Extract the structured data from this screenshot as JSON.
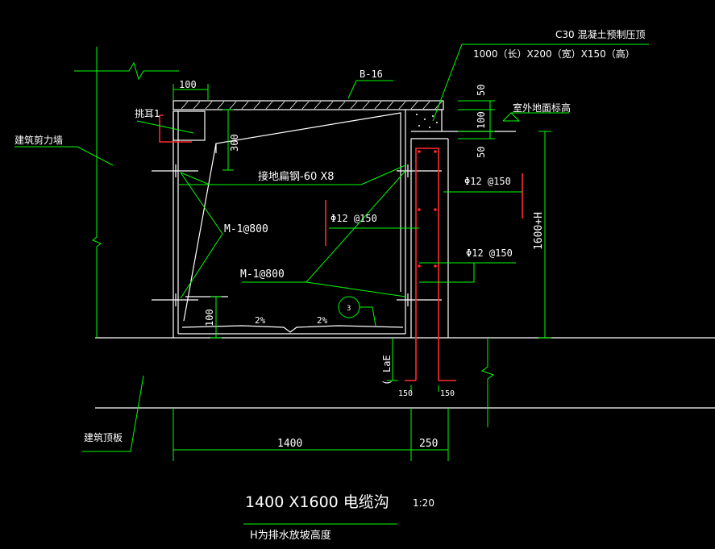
{
  "colors": {
    "background": "#000000",
    "structure": "#ffffff",
    "dimension": "#00ff00",
    "rebar": "#ff2a2a",
    "text": "#ffffff"
  },
  "drawing": {
    "title": "1400 X1600 电缆沟",
    "scale": "1:20",
    "note": "H为排水放坡高度",
    "cover_material": "C30 混凝土预制压顶",
    "cover_size": "1000（长）X200（宽）X150（高）",
    "cover_label": "B-16",
    "ear_label": "挑耳1",
    "wall_label": "建筑剪力墙",
    "slab_label": "建筑顶板",
    "ground_label": "室外地面标高",
    "ground_strip": "接地扁钢-60 X8",
    "embed_1": "M-1@800",
    "embed_2": "M-1@800",
    "rebar_1": "Φ12 @150",
    "rebar_2": "Φ12 @150",
    "rebar_3": "Φ12 @150",
    "slope_left": "2%",
    "slope_right": "2%",
    "detail_mark": "3",
    "anchor": "LaE",
    "anchor_prefix": "(",
    "dims": {
      "d100_top": "100",
      "d300": "300",
      "d50_top": "50",
      "d100_right": "100",
      "d50_bot": "50",
      "d1600h": "1600+H",
      "d100_bottom": "100",
      "d150_a": "150",
      "d150_b": "150",
      "d1400": "1400",
      "d250": "250"
    }
  }
}
